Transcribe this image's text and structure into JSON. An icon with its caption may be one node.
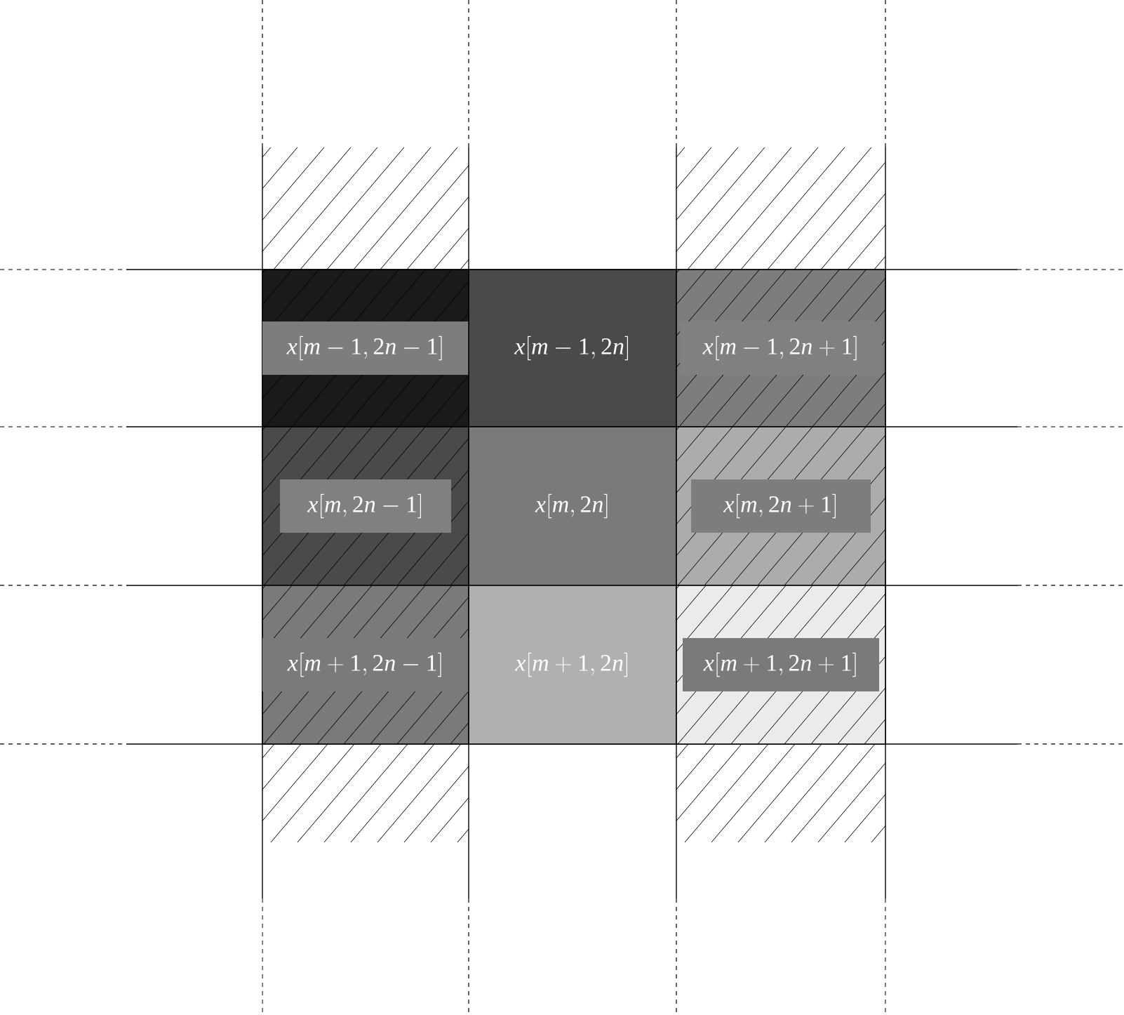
{
  "diagram": {
    "nodes": [
      {
        "text": [
          "x[m-1,2n-1]"
        ]
      },
      {
        "text": [
          "x[m-1,2n]"
        ]
      },
      {
        "text": [
          "x[m-1,2n+1]"
        ]
      },
      {
        "text": [
          "x[m,2n-1]"
        ]
      },
      {
        "text": [
          "x[m,2n]"
        ]
      },
      {
        "text": [
          "x[m,2n+1]"
        ]
      },
      {
        "text": [
          "x[m+1,2n-1]"
        ]
      },
      {
        "text": [
          "x[m+1,2n]"
        ]
      },
      {
        "text": [
          "x[m+1,2n+1]"
        ]
      }
    ]
  }
}
